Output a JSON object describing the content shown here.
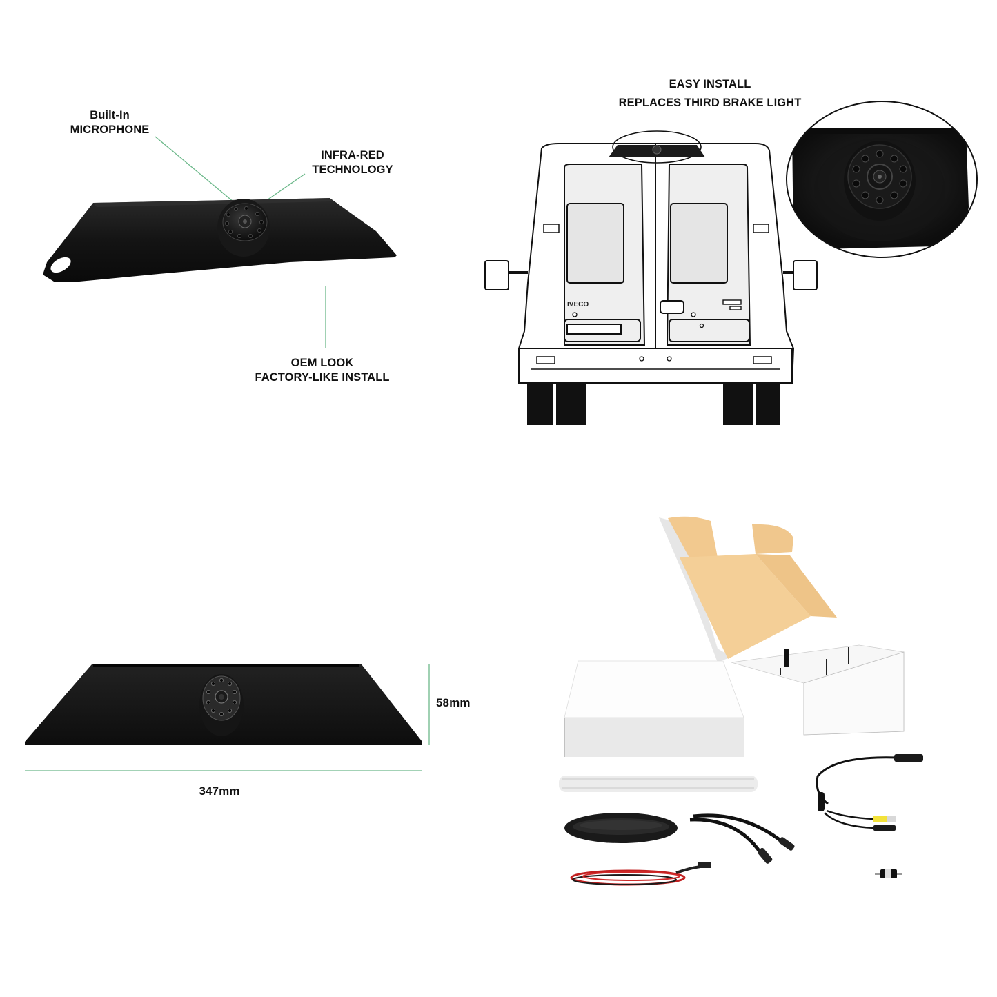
{
  "panels": {
    "features": {
      "callouts": [
        {
          "id": "microphone",
          "lines": [
            "Built-In",
            "MICROPHONE"
          ]
        },
        {
          "id": "infrared",
          "lines": [
            "INFRA-RED",
            "TECHNOLOGY"
          ]
        },
        {
          "id": "oem",
          "lines": [
            "OEM LOOK",
            "FACTORY-LIKE INSTALL"
          ]
        }
      ],
      "leader_color": "#6cb88a"
    },
    "install": {
      "lines": [
        "EASY INSTALL",
        "REPLACES THIRD BRAKE LIGHT"
      ],
      "van_badge": "IVECO"
    },
    "dimensions": {
      "height": "58mm",
      "width": "347mm",
      "line_color": "#6cb88a"
    },
    "package": {
      "items": [
        "gift-box",
        "adhesive-tape-strip",
        "extension-cable",
        "power-cable",
        "rca-adapter-cable",
        "rca-coupler"
      ],
      "box_inner_color": "#f2c98f"
    }
  }
}
